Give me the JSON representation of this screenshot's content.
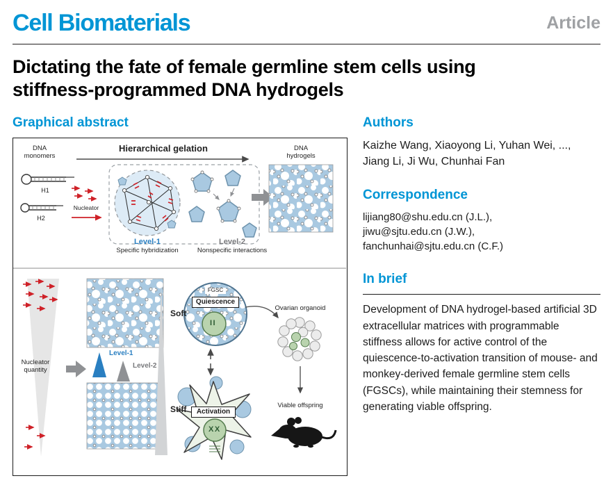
{
  "colors": {
    "accent": "#0095d5",
    "article_gray": "#9fa1a4",
    "red": "#cf2128",
    "hydrogel_blue": "#a9c9e1",
    "level1_blue": "#2a7fc1",
    "level2_gray": "#77787b",
    "cell_green": "#b9d3ae"
  },
  "header": {
    "journal": "Cell Biomaterials",
    "article_type": "Article"
  },
  "title": "Dictating the fate of female germline stem cells using stiffness-programmed DNA hydrogels",
  "left": {
    "heading": "Graphical abstract",
    "figure": {
      "dna_monomers": "DNA monomers",
      "hierarchical_gelation": "Hierarchical gelation",
      "dna_hydrogels": "DNA hydrogels",
      "h1": "H1",
      "h2": "H2",
      "nucleator": "Nucleator",
      "level1": "Level-1",
      "specific_hybridization": "Specific hybridization",
      "level2": "Level-2",
      "nonspecific_interactions": "Nonspecific interactions",
      "nucleator_quantity": "Nucleator quantity",
      "soft": "Soft",
      "stiff": "Stiff",
      "fgsc": "FGSC",
      "quiescence": "Quiescence",
      "activation": "Activation",
      "chromosome_paused": "II",
      "chromosome_active": "XX",
      "ovarian_organoid": "Ovarian organoid",
      "viable_offspring": "Viable offspring"
    }
  },
  "right": {
    "authors": {
      "heading": "Authors",
      "text": "Kaizhe Wang, Xiaoyong Li, Yuhan Wei, ..., Jiang Li, Ji Wu, Chunhai Fan"
    },
    "correspondence": {
      "heading": "Correspondence",
      "lines": [
        "lijiang80@shu.edu.cn (J.L.),",
        "jiwu@sjtu.edu.cn (J.W.),",
        "fanchunhai@sjtu.edu.cn (C.F.)"
      ]
    },
    "in_brief": {
      "heading": "In brief",
      "text": "Development of DNA hydrogel-based artificial 3D extracellular matrices with programmable stiffness allows for active control of the quiescence-to-activation transition of mouse- and monkey-derived female germline stem cells (FGSCs), while maintaining their stemness for generating viable offspring."
    }
  }
}
